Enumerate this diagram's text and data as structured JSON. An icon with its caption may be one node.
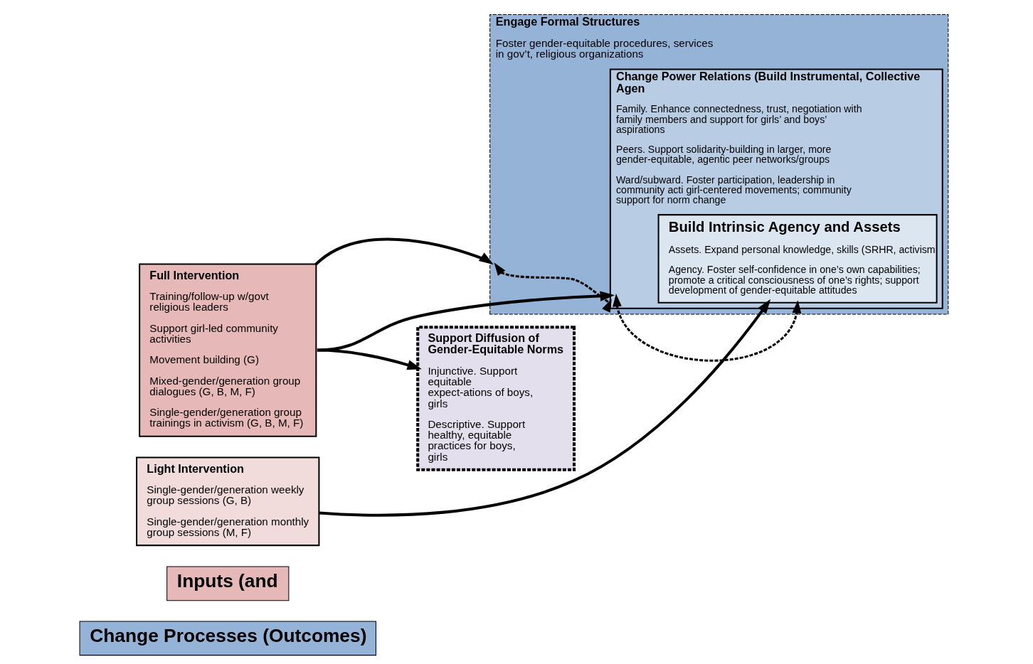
{
  "diagram": {
    "nodes": [
      {
        "text": [
          "Full Intervention",
          "Training/follow-up w/govt religious leaders",
          "Support girl-led community activities",
          "Movement building (G)",
          "Mixed-gender/generation group dialogues (G, B, M, F)",
          "Single-gender/generation group trainings in activism (G, B, M, F)"
        ]
      },
      {
        "text": [
          "Light Intervention",
          "Single-gender/generation weekly group sessions (G, B)",
          "Single-gender/generation monthly group sessions (M, F)"
        ]
      },
      {
        "text": [
          "Engage Formal Structures",
          "Foster gender-equitable procedures, services in gov’t, religious organizations"
        ]
      },
      {
        "text": [
          "Change Power Relations (Build Instrumental, Collective Agen",
          "Family. Enhance connectedness, trust, negotiation with family members and support for girls’ and boys’ aspirations",
          "Peers. Support solidarity-building in larger, more gender-equitable, agentic peer networks/groups",
          "Ward/subward. Foster participation, leadership in community acti girl-centered movements; community support for norm change"
        ],
        "in": 2
      },
      {
        "text": [
          "Build Intrinsic Agency and Assets",
          "Assets. Expand personal knowledge, skills (SRHR, activism",
          "Agency. Foster self-confidence in one’s own capabilities; promote a critical consciousness of one’s rights; support development of gender-equitable attitudes"
        ],
        "in": 3
      },
      {
        "text": [
          "Support Diffusion of Gender-Equitable Norms",
          "Injunctive. Support equitable expect-ations of boys, girls",
          "Descriptive. Support healthy, equitable practices for boys, girls"
        ]
      },
      {
        "text": [
          "Inputs (and"
        ]
      },
      {
        "text": [
          "Change Processes (Outcomes)"
        ]
      }
    ],
    "edges": [
      {
        "from": 0,
        "to": 2,
        "arrow": "to"
      },
      {
        "from": 0,
        "to": 5,
        "arrow": "to"
      },
      {
        "from": 0,
        "to": 3,
        "arrow": "to"
      },
      {
        "from": 1,
        "to": 4,
        "arrow": "to"
      },
      {
        "from": 2,
        "to": 3,
        "arrow": "both",
        "style": "dashed"
      },
      {
        "from": 3,
        "to": 4,
        "arrow": "both",
        "style": "dashed"
      }
    ]
  }
}
